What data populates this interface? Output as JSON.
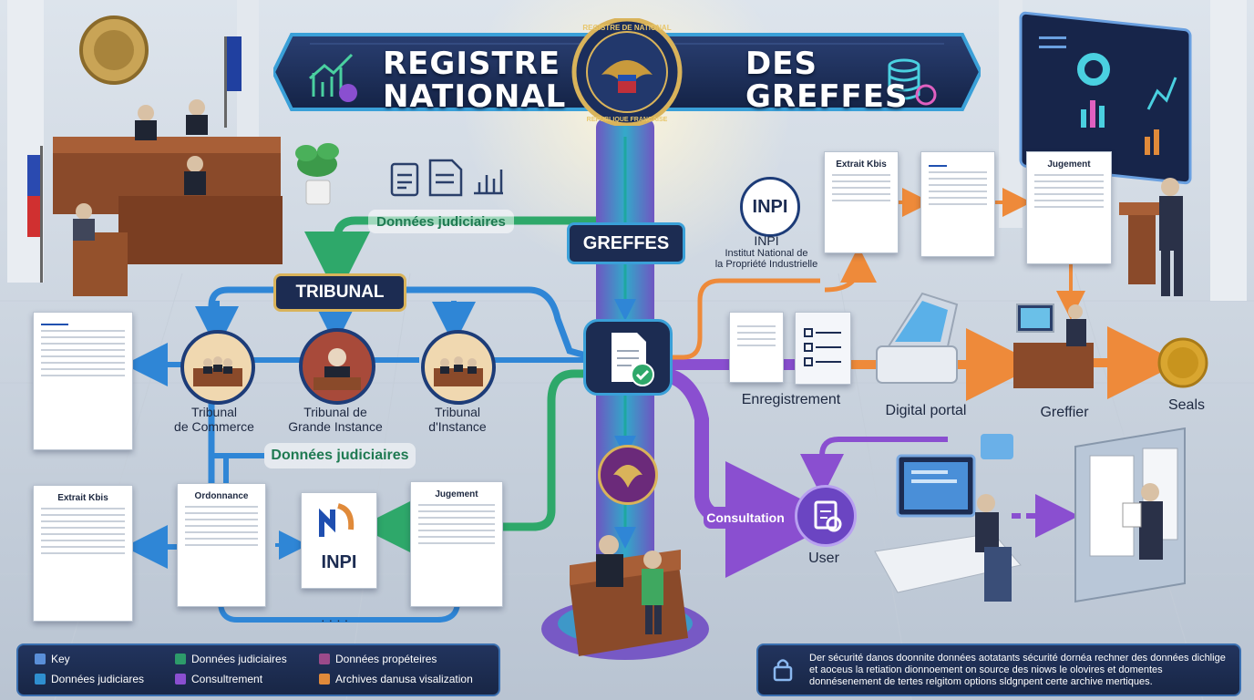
{
  "title": {
    "left": "REGISTRE NATIONAL",
    "right": "DES GREFFES",
    "seal_text": "REGISTRE DE NATIONAL",
    "seal_sub": "REPUBLIQUE FRANCAISE"
  },
  "hub": {
    "greffes": "GREFFES",
    "tribunal": "TRIBUNAL"
  },
  "flows": {
    "donnees_top": "Données judiciaires",
    "donnees_mid": "Données judiciaires",
    "consultation": "Consultation",
    "dots": "· · · ·"
  },
  "tribunals": [
    {
      "line1": "Tribunal",
      "line2": "de Commerce"
    },
    {
      "line1": "Tribunal de",
      "line2": "Grande Instance"
    },
    {
      "line1": "Tribunal",
      "line2": "d'Instance"
    }
  ],
  "inpi": {
    "name": "INPI",
    "small": "INPI",
    "full_line1": "Institut National de",
    "full_line2": "la Propriété Industrielle"
  },
  "docs": {
    "extrait_top": "Extrait Kbis",
    "jugement_top": "Jugement",
    "extrait_bottom": "Extrait Kbis",
    "ordonnance": "Ordonnance",
    "jugement_bottom": "Jugement"
  },
  "steps": {
    "enregistrement": "Enregistrement",
    "digital_portal": "Digital portal",
    "greffier": "Greffier",
    "seals": "Seals",
    "user": "User"
  },
  "legend": {
    "items": [
      {
        "label": "Key",
        "color": "#5a8fd8"
      },
      {
        "label": "Données judiciaires",
        "color": "#2d9b6a"
      },
      {
        "label": "Données propéteires",
        "color": "#9b4a8a"
      },
      {
        "label": "Données judiciares",
        "color": "#2f8fd0"
      },
      {
        "label": "Consultrement",
        "color": "#8a4fd0"
      },
      {
        "label": "Archives danusa visalization",
        "color": "#e08a3a"
      }
    ]
  },
  "security_note": "Der sécurité danos doonnite données aotatants sécurité dornéa rechner des données dichlige et aoceus la retiation dionnoement on source des niows le olovires et domentes donnésenement de tertes relgitom options sldgnpent certe archive mertiques.",
  "colors": {
    "teal": "#1fa7a0",
    "green": "#2ea86a",
    "blue": "#2f86d6",
    "purple": "#8a4fd0",
    "orange": "#ee8a3a",
    "navy": "#1c2c52"
  }
}
